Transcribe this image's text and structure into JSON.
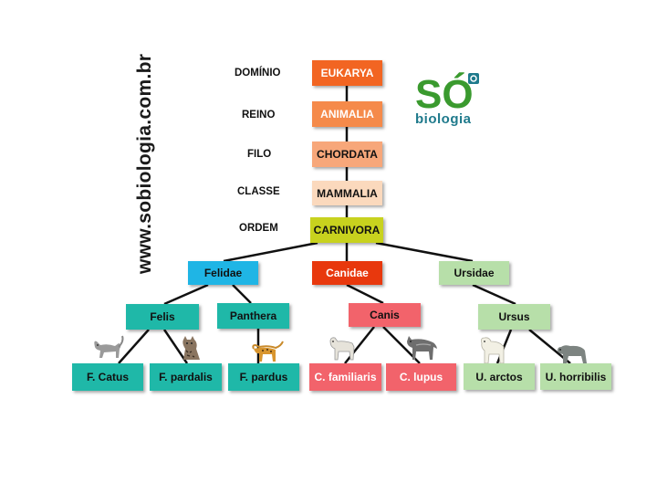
{
  "watermark": "www.sobiologia.com.br",
  "logo": {
    "mark": "SÓ",
    "text": "biologia",
    "color": "#3a9a2e"
  },
  "ranks": [
    {
      "label": "DOMÍNIO",
      "taxon": "EUKARYA",
      "color": "#f26522",
      "text_color": "#ffffff"
    },
    {
      "label": "REINO",
      "taxon": "ANIMALIA",
      "color": "#f58a4a",
      "text_color": "#ffffff"
    },
    {
      "label": "FILO",
      "taxon": "CHORDATA",
      "color": "#f7a77a",
      "text_color": "#111111"
    },
    {
      "label": "CLASSE",
      "taxon": "MAMMALIA",
      "color": "#fbd9bd",
      "text_color": "#111111"
    },
    {
      "label": "ORDEM",
      "taxon": "CARNIVORA",
      "color": "#c8d21e",
      "text_color": "#111111"
    }
  ],
  "families": [
    {
      "name": "Felidae",
      "color": "#1fb5e5",
      "text_color": "#111111"
    },
    {
      "name": "Canidae",
      "color": "#e8380d",
      "text_color": "#ffffff"
    },
    {
      "name": "Ursidae",
      "color": "#b7dfa9",
      "text_color": "#111111"
    }
  ],
  "genera": [
    {
      "name": "Felis",
      "color": "#1fb8a8"
    },
    {
      "name": "Panthera",
      "color": "#1fb8a8"
    },
    {
      "name": "Canis",
      "color": "#f2636b"
    },
    {
      "name": "Ursus",
      "color": "#b7dfa9"
    }
  ],
  "species": [
    {
      "name": "F. Catus",
      "color": "#1fb8a8",
      "text_color": "#111111",
      "animal": "cat-icon"
    },
    {
      "name": "F. pardalis",
      "color": "#1fb8a8",
      "text_color": "#111111",
      "animal": "ocelot-icon"
    },
    {
      "name": "F. pardus",
      "color": "#1fb8a8",
      "text_color": "#111111",
      "animal": "leopard-icon"
    },
    {
      "name": "C. familiaris",
      "color": "#f2636b",
      "text_color": "#ffffff",
      "animal": "dog-icon"
    },
    {
      "name": "C. lupus",
      "color": "#f2636b",
      "text_color": "#ffffff",
      "animal": "wolf-icon"
    },
    {
      "name": "U. arctos",
      "color": "#b7dfa9",
      "text_color": "#111111",
      "animal": "polar-bear-icon"
    },
    {
      "name": "U. horribilis",
      "color": "#b7dfa9",
      "text_color": "#111111",
      "animal": "grizzly-bear-icon"
    }
  ]
}
